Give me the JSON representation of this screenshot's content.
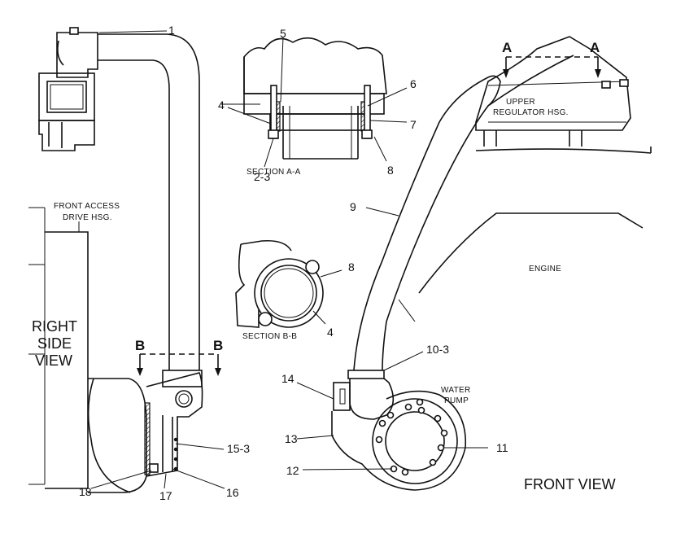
{
  "views": {
    "front": "FRONT  VIEW",
    "right_side": [
      "RIGHT",
      "SIDE",
      "VIEW"
    ]
  },
  "sections": {
    "aa": "SECTION  A-A",
    "bb": "SECTION  B-B"
  },
  "section_markers": {
    "a_left": "A",
    "a_right": "A",
    "b_left": "B",
    "b_right": "B"
  },
  "labels": {
    "front_access_1": "FRONT  ACCESS",
    "front_access_2": "DRIVE  HSG.",
    "upper_regulator_1": "UPPER",
    "upper_regulator_2": "REGULATOR HSG.",
    "engine": "ENGINE",
    "water_pump_1": "WATER",
    "water_pump_2": "PUMP"
  },
  "callouts": {
    "c1": "1",
    "c2_3": "2-3",
    "c4_top": "4",
    "c4_bb": "4",
    "c5": "5",
    "c6": "6",
    "c7": "7",
    "c8_top": "8",
    "c8_bb": "8",
    "c9": "9",
    "c10_3": "10-3",
    "c11": "11",
    "c12": "12",
    "c13": "13",
    "c14": "14",
    "c15_3": "15-3",
    "c16": "16",
    "c17": "17",
    "c18": "18"
  }
}
